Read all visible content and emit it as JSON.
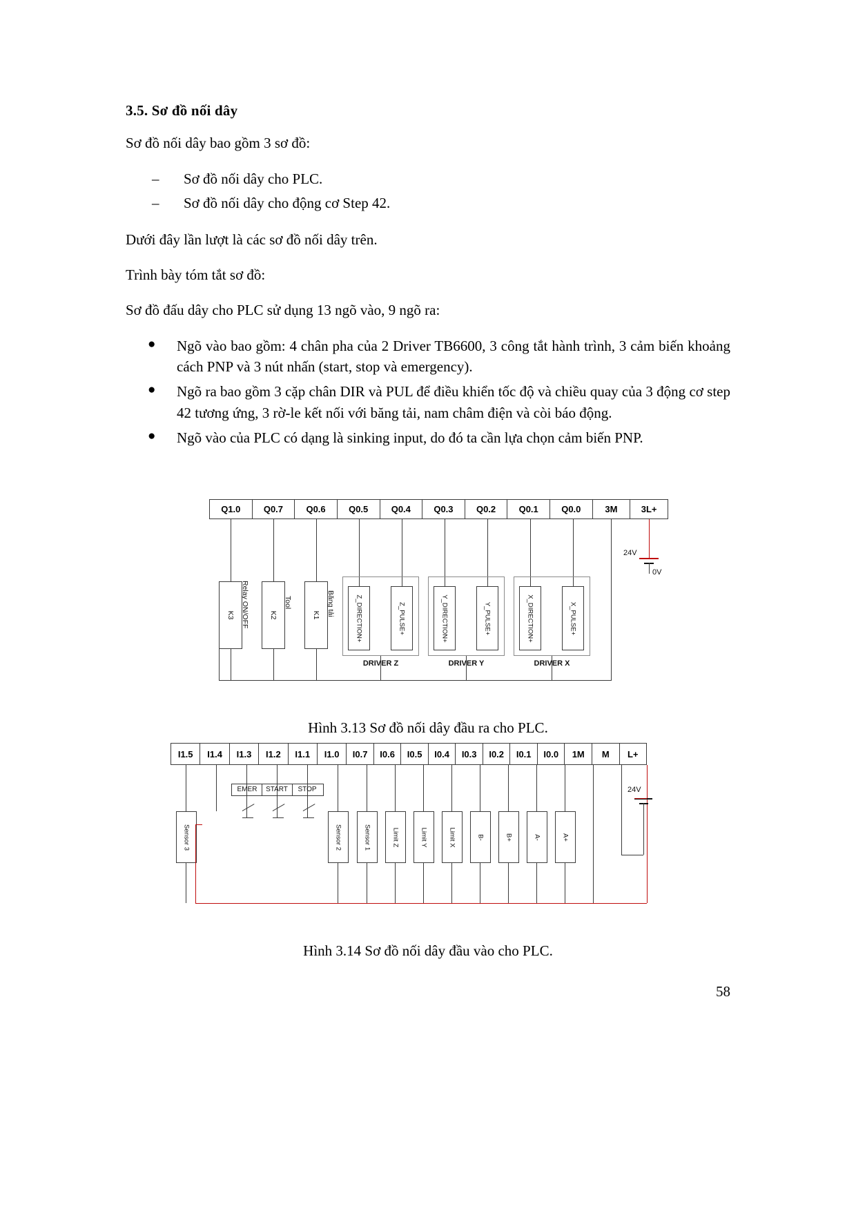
{
  "document": {
    "section_heading": "3.5. Sơ đồ nối dây",
    "intro": "Sơ đồ nối dây bao gồm 3 sơ đồ:",
    "dash_items": [
      "Sơ đồ nối dây cho PLC.",
      "Sơ đồ nối dây cho động cơ Step 42."
    ],
    "para_after_list": "Dưới đây lần lượt là các sơ đồ nối dây trên.",
    "para_summary": "Trình bày tóm tắt sơ đồ:",
    "para_plc": "Sơ đồ đấu dây cho PLC sử dụng 13 ngõ vào, 9 ngõ ra:",
    "bullets": [
      "Ngõ vào bao gồm: 4 chân pha của 2 Driver TB6600, 3 công tắt hành trình, 3 cảm biến khoảng cách PNP và 3 nút nhấn (start, stop và emergency).",
      "Ngõ ra bao gồm 3 cặp chân DIR và PUL để điều khiển tốc độ và chiều quay của 3 động cơ step 42 tương ứng, 3 rờ-le kết nối với băng tải, nam châm điện và còi báo động.",
      " Ngõ vào của PLC có dạng là sinking input, do đó ta cần lựa chọn cảm biến PNP."
    ],
    "dash_marker": "–",
    "bullet_marker": "●",
    "page_number": "58"
  },
  "figure_output": {
    "caption": "Hình 3.13 Sơ đồ nối dây đầu ra cho PLC.",
    "terminals": [
      "Q1.0",
      "Q0.7",
      "Q0.6",
      "Q0.5",
      "Q0.4",
      "Q0.3",
      "Q0.2",
      "Q0.1",
      "Q0.0",
      "3M",
      "3L+"
    ],
    "components": [
      {
        "label": "K3"
      },
      {
        "label": "K2"
      },
      {
        "label": "K1"
      },
      {
        "label": "Z_DIRECTION+"
      },
      {
        "label": "Z_PULSE+"
      },
      {
        "label": "Y_DIRECTION+"
      },
      {
        "label": "Y_PULSE+"
      },
      {
        "label": "X_DIRECTION+"
      },
      {
        "label": "X_PULSE+"
      }
    ],
    "side_labels": [
      "Relay ON/OFF",
      "Tool",
      "Băng tải"
    ],
    "drivers": [
      "DRIVER Z",
      "DRIVER Y",
      "DRIVER X"
    ],
    "supply_positive": "24V",
    "supply_negative": "0V",
    "wire_color": "#c00b0b"
  },
  "figure_input": {
    "caption": "Hình 3.14 Sơ đồ nối dây đầu vào cho PLC.",
    "terminals": [
      "I1.5",
      "I1.4",
      "I1.3",
      "I1.2",
      "I1.1",
      "I1.0",
      "I0.7",
      "I0.6",
      "I0.5",
      "I0.4",
      "I0.3",
      "I0.2",
      "I0.1",
      "I0.0",
      "1M",
      "M",
      "L+"
    ],
    "components": [
      {
        "label": "Sensor 3"
      },
      {
        "label": "Sensor 2"
      },
      {
        "label": "Sensor 1"
      },
      {
        "label": "Limit Z"
      },
      {
        "label": "Limit Y"
      },
      {
        "label": "Limit X"
      },
      {
        "label": "B-"
      },
      {
        "label": "B+"
      },
      {
        "label": "A-"
      },
      {
        "label": "A+"
      }
    ],
    "switches": [
      "EMER",
      "START",
      "STOP"
    ],
    "supply_positive": "24V",
    "wire_color": "#c00b0b"
  }
}
